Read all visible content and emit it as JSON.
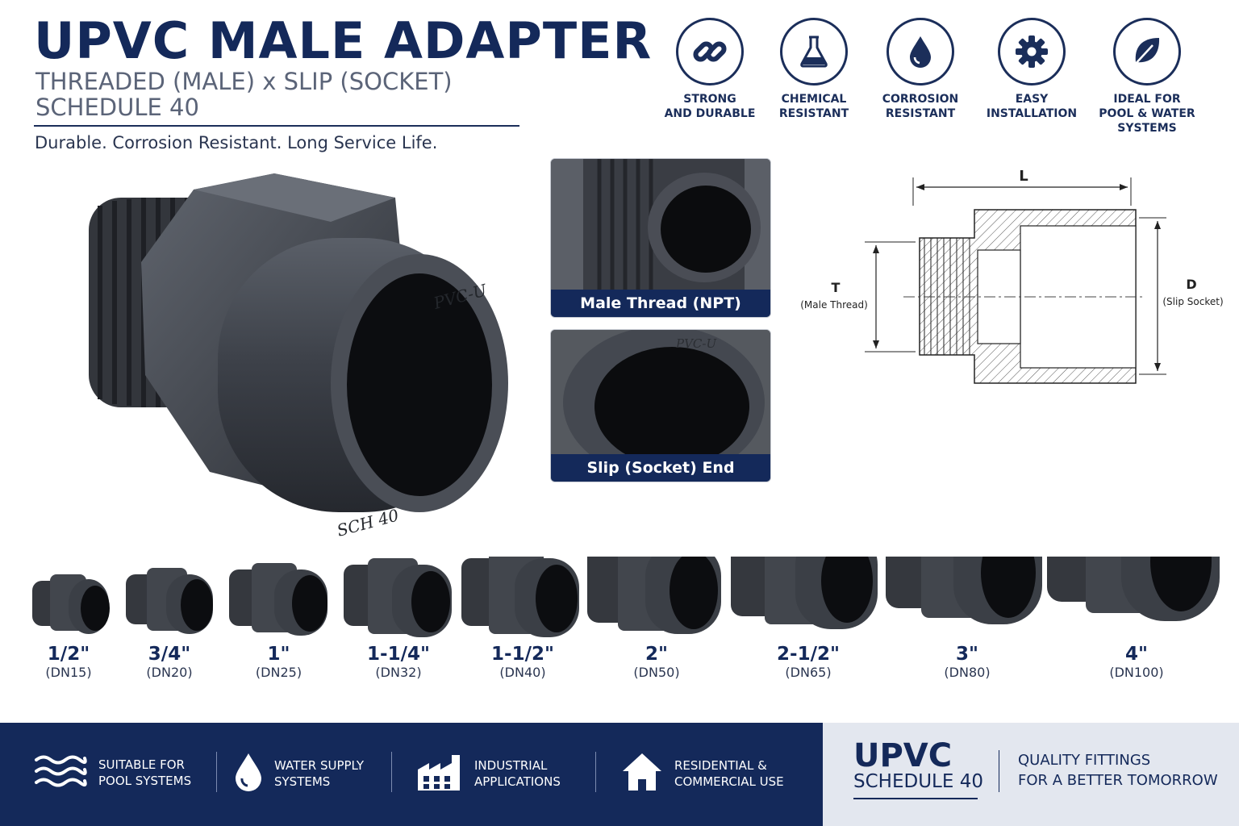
{
  "header": {
    "title": "UPVC MALE ADAPTER",
    "subtitle_line1": "THREADED (MALE) x SLIP (SOCKET)",
    "subtitle_line2": "SCHEDULE 40",
    "tagline": "Durable. Corrosion Resistant. Long Service Life."
  },
  "features": [
    {
      "label": "STRONG\nAND DURABLE",
      "icon": "chain-link-icon"
    },
    {
      "label": "CHEMICAL\nRESISTANT",
      "icon": "flask-icon"
    },
    {
      "label": "CORROSION\nRESISTANT",
      "icon": "water-drop-icon"
    },
    {
      "label": "EASY\nINSTALLATION",
      "icon": "gear-icon"
    },
    {
      "label": "IDEAL FOR\nPOOL & WATER\nSYSTEMS",
      "icon": "leaf-icon"
    }
  ],
  "hero": {
    "marking_top": "PVC-U",
    "marking_bottom": "SCH 40"
  },
  "insets": {
    "thread_caption": "Male Thread (NPT)",
    "socket_caption": "Slip (Socket) End",
    "socket_marking": "PVC-U"
  },
  "diagram": {
    "length_label": "L",
    "thread_label": "T",
    "thread_desc": "(Male Thread)",
    "socket_label": "D",
    "socket_desc": "(Slip Socket)"
  },
  "sizes": [
    {
      "size": "1/2\"",
      "dn": "(DN15)"
    },
    {
      "size": "3/4\"",
      "dn": "(DN20)"
    },
    {
      "size": "1\"",
      "dn": "(DN25)"
    },
    {
      "size": "1-1/4\"",
      "dn": "(DN32)"
    },
    {
      "size": "1-1/2\"",
      "dn": "(DN40)"
    },
    {
      "size": "2\"",
      "dn": "(DN50)"
    },
    {
      "size": "2-1/2\"",
      "dn": "(DN65)"
    },
    {
      "size": "3\"",
      "dn": "(DN80)"
    },
    {
      "size": "4\"",
      "dn": "(DN100)"
    }
  ],
  "applications": [
    {
      "label": "SUITABLE FOR\nPOOL SYSTEMS",
      "icon": "waves-icon"
    },
    {
      "label": "WATER SUPPLY\nSYSTEMS",
      "icon": "water-drop-icon"
    },
    {
      "label": "INDUSTRIAL\nAPPLICATIONS",
      "icon": "factory-icon"
    },
    {
      "label": "RESIDENTIAL &\nCOMMERCIAL USE",
      "icon": "house-icon"
    }
  ],
  "brand": {
    "name": "UPVC",
    "schedule": "SCHEDULE 40",
    "slogan": "QUALITY FITTINGS\nFOR A BETTER TOMORROW"
  },
  "colors": {
    "navy": "#14295a",
    "pvc_gray": "#3e424a",
    "light_panel": "#e3e7ef"
  }
}
